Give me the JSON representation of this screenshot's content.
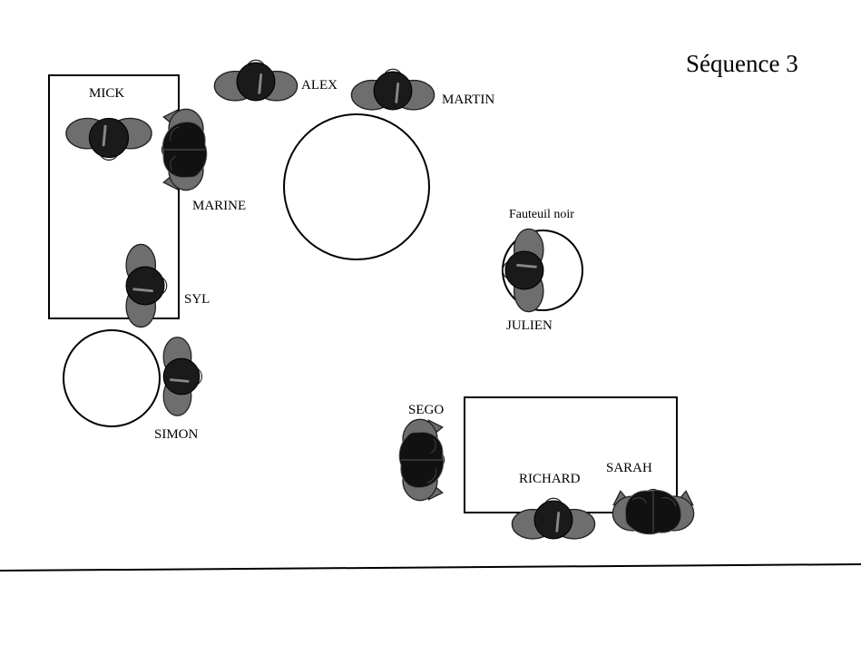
{
  "title": "Séquence 3",
  "furniture": {
    "chair_label": "Fauteuil noir"
  },
  "people": {
    "mick": "MICK",
    "alex": "ALEX",
    "martin": "MARTIN",
    "marine": "MARINE",
    "syl": "SYL",
    "simon": "SIMON",
    "julien": "JULIEN",
    "sego": "SEGO",
    "richard": "RICHARD",
    "sarah": "SARAH"
  }
}
